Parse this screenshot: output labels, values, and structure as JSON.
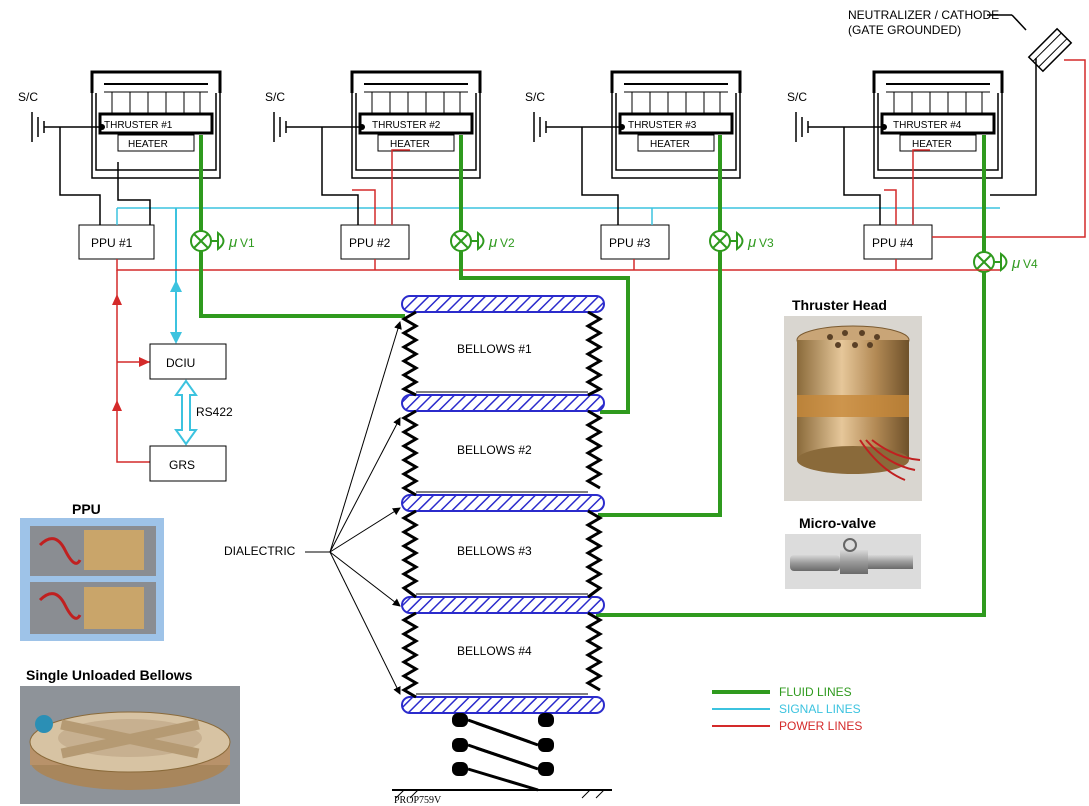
{
  "thrusters": [
    {
      "label": "THRUSTER #1",
      "heater": "HEATER",
      "sc": "S/C",
      "ppu": "PPU #1",
      "valve": "V1"
    },
    {
      "label": "THRUSTER #2",
      "heater": "HEATER",
      "sc": "S/C",
      "ppu": "PPU #2",
      "valve": "V2"
    },
    {
      "label": "THRUSTER #3",
      "heater": "HEATER",
      "sc": "S/C",
      "ppu": "PPU #3",
      "valve": "V3"
    },
    {
      "label": "THRUSTER #4",
      "heater": "HEATER",
      "sc": "S/C",
      "ppu": "PPU #4",
      "valve": "V4"
    }
  ],
  "neutralizer": {
    "line1": "NEUTRALIZER / CATHODE",
    "line2": "(GATE GROUNDED)"
  },
  "dciu": "DCIU",
  "grs": "GRS",
  "rs422": "RS422",
  "dialectric": "DIALECTRIC",
  "bellows": [
    "BELLOWS #1",
    "BELLOWS #2",
    "BELLOWS #3",
    "BELLOWS #4"
  ],
  "photos": {
    "thruster_head": "Thruster Head",
    "micro_valve": "Micro-valve",
    "ppu": "PPU",
    "single_bellows": "Single Unloaded Bellows"
  },
  "legend": [
    {
      "label": "FLUID LINES",
      "color": "#2f9a1e"
    },
    {
      "label": "SIGNAL LINES",
      "color": "#3cc3df"
    },
    {
      "label": "POWER LINES",
      "color": "#d42a2a"
    }
  ],
  "footer_code": "PROP759V",
  "colors": {
    "fluid": "#2f9a1e",
    "signal": "#3cc3df",
    "power": "#d42a2a",
    "hatch": "#2b2bcc"
  }
}
